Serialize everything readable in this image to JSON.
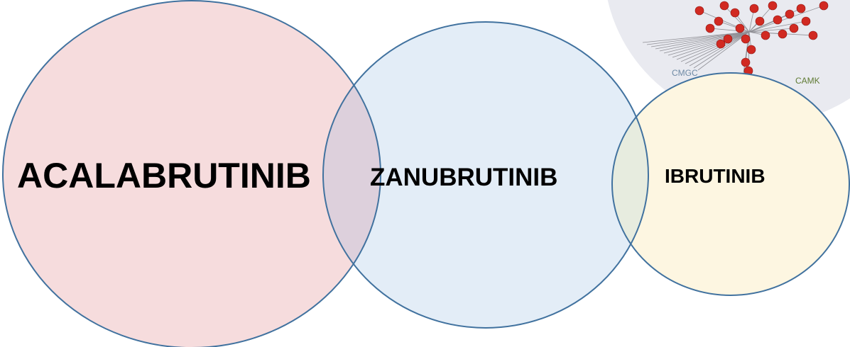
{
  "diagram": {
    "type": "venn",
    "colors": {
      "outline": "#41729f",
      "acalabrutinib_fill": "#f6dcdd",
      "zanubrutinib_fill": "#e3edf7",
      "ibrutinib_fill": "#fdf6e1",
      "overlap_acala_zanu": "#ddd0dc",
      "overlap_zanu_ibru": "#e7ecdf"
    },
    "circles": [
      {
        "key": "acalabrutinib",
        "label": "ACALABRUTINIB"
      },
      {
        "key": "zanubrutinib",
        "label": "ZANUBRUTINIB"
      },
      {
        "key": "ibrutinib",
        "label": "IBRUTINIB"
      }
    ],
    "kinome_inset": {
      "labels": [
        "CMGC",
        "CAMK"
      ],
      "background": "#e9eaf0",
      "node_color": "#d12a22",
      "branch_color": "#8f8f95",
      "label_colors": {
        "CMGC": "#6f8aa5",
        "CAMK": "#5f7a33"
      }
    }
  }
}
